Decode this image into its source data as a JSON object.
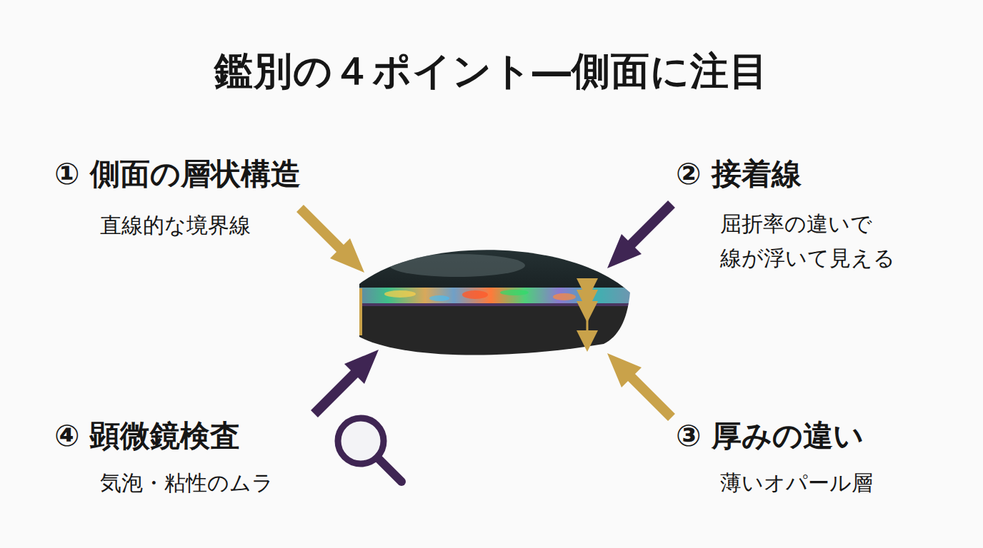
{
  "diagram": {
    "title": "鑑別の４ポイント―側面に注目",
    "labels": [
      "① 側面の層状構造",
      "直線的な境界線",
      "② 接着線",
      "屈折率の違いで 線が浮いて見える",
      "③ 厚みの違い",
      "薄いオパール層",
      "④ 顕微鏡検査",
      "気泡・粘性のムラ"
    ]
  }
}
